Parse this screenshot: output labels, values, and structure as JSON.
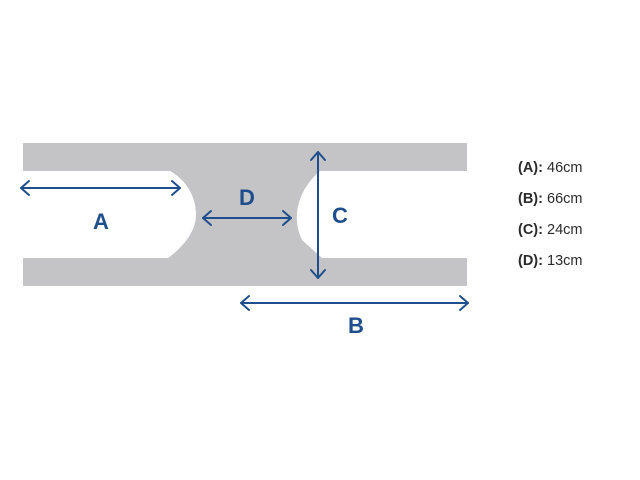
{
  "colors": {
    "shape": "#c4c4c6",
    "dimension": "#1f4e8c",
    "text": "#2a2a2a"
  },
  "dimensions": {
    "A": {
      "letter": "A"
    },
    "B": {
      "letter": "B"
    },
    "C": {
      "letter": "C"
    },
    "D": {
      "letter": "D"
    }
  },
  "legend": [
    {
      "key": "(A):",
      "value": "46cm"
    },
    {
      "key": "(B):",
      "value": "66cm"
    },
    {
      "key": "(C):",
      "value": "24cm"
    },
    {
      "key": "(D):",
      "value": "13cm"
    }
  ]
}
